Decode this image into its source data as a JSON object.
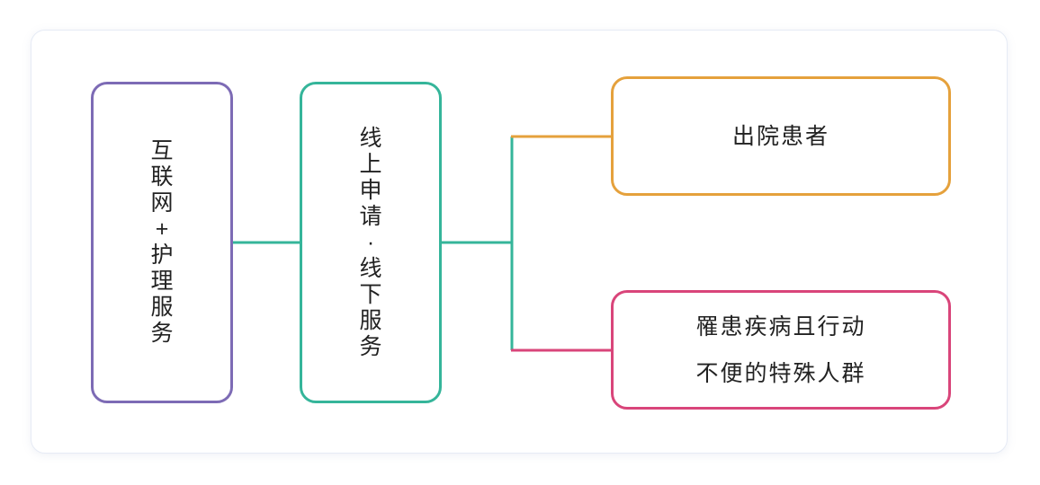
{
  "diagram": {
    "colors": {
      "purple": "#7d6bb5",
      "teal": "#35b59a",
      "orange": "#e5a13c",
      "pink": "#d9457a",
      "text": "#222222"
    },
    "nodes": {
      "internet_nursing": {
        "chars": [
          "互",
          "联",
          "网",
          "+",
          "护",
          "理",
          "服",
          "务"
        ]
      },
      "online_offline": {
        "chars": [
          "线",
          "上",
          "申",
          "请",
          "·",
          "线",
          "下",
          "服",
          "务"
        ]
      },
      "discharged_patients": {
        "label": "出院患者"
      },
      "special_groups": {
        "line1": "罹患疾病且行动",
        "line2": "不便的特殊人群"
      }
    }
  }
}
